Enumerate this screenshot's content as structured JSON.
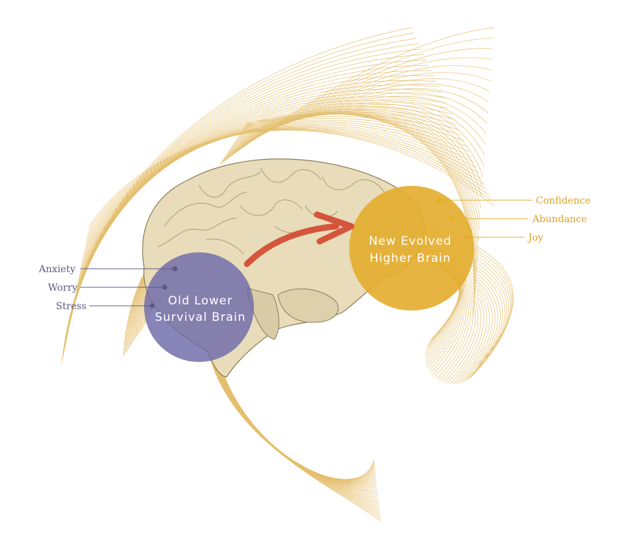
{
  "colors": {
    "gold": "#e3ad2c",
    "gold_line": "#e0b455",
    "purple": "#6e6aa8",
    "purple_text": "#5c5a86",
    "arrow": "#d4553c",
    "brain": "#e6d9b6"
  },
  "diagram": {
    "old_brain": {
      "line1": "Old Lower",
      "line2": "Survival Brain",
      "labels": [
        "Anxiety",
        "Worry",
        "Stress"
      ]
    },
    "new_brain": {
      "line1": "New Evolved",
      "line2": "Higher Brain",
      "labels": [
        "Confidence",
        "Abundance",
        "Joy"
      ]
    }
  }
}
